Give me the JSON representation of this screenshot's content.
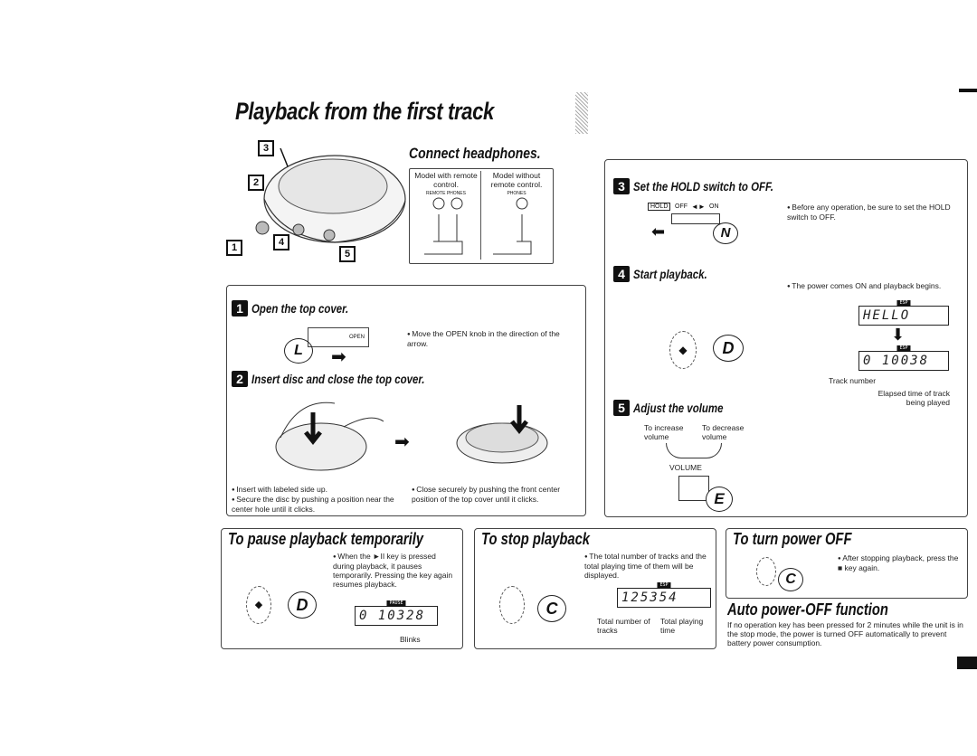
{
  "page": {
    "title": "Playback from the first track",
    "footer_marks": [
      "",
      ""
    ]
  },
  "headphones": {
    "heading": "Connect headphones.",
    "col1": "Model with remote control.",
    "col2": "Model without remote control.",
    "col1_small": "REMOTE  PHONES",
    "col2_small": "PHONES"
  },
  "device_labels": [
    "3",
    "2",
    "1",
    "4",
    "5"
  ],
  "step1": {
    "num": "1",
    "label": "Open the top cover.",
    "knob": "OPEN",
    "hand": "L",
    "note": "Move the OPEN knob in the direction of the arrow."
  },
  "step2": {
    "num": "2",
    "label": "Insert disc and close the top cover.",
    "note_left": [
      "Insert with labeled side up.",
      "Secure the disc by pushing a position near the center hole until it clicks."
    ],
    "note_right": "Close securely by pushing the front center position of the top cover until it clicks."
  },
  "step3": {
    "num": "3",
    "label": "Set the HOLD switch to OFF.",
    "switch_hold": "HOLD",
    "switch_off": "OFF",
    "switch_on": "ON",
    "hand": "N",
    "note": "Before any operation, be sure to set the HOLD switch to OFF."
  },
  "step4": {
    "num": "4",
    "label": "Start playback.",
    "hand": "D",
    "note": "The power comes ON and playback begins.",
    "lcd1": "HELLO",
    "lcd2": "0 10038",
    "lcd_tag": "ESP",
    "track_label": "Track number",
    "time_label": "Elapsed time of track being played"
  },
  "step5": {
    "num": "5",
    "label": "Adjust the volume",
    "increase": "To increase volume",
    "decrease": "To decrease volume",
    "volume_label": "VOLUME",
    "hand": "E"
  },
  "pause": {
    "heading": "To pause playback temporarily",
    "hand": "D",
    "note": "When the ►II key is pressed during playback, it pauses temporarily. Pressing the key again resumes playback.",
    "lcd": "0 10328",
    "lcd_tag": "PAUSE",
    "blinks": "Blinks"
  },
  "stop": {
    "heading": "To stop playback",
    "hand": "C",
    "note": "The total number of tracks and the total playing time of them will be displayed.",
    "lcd": "125354",
    "lcd_tag": "ESP",
    "total_tracks": "Total number of tracks",
    "total_time": "Total playing time"
  },
  "power_off": {
    "heading": "To turn power OFF",
    "hand": "C",
    "note": "After stopping playback, press the ■ key again."
  },
  "auto_off": {
    "heading": "Auto power-OFF function",
    "note": "If no operation key has been pressed for 2 minutes while the unit is in the stop mode, the power is turned OFF automatically to prevent battery power consumption."
  }
}
